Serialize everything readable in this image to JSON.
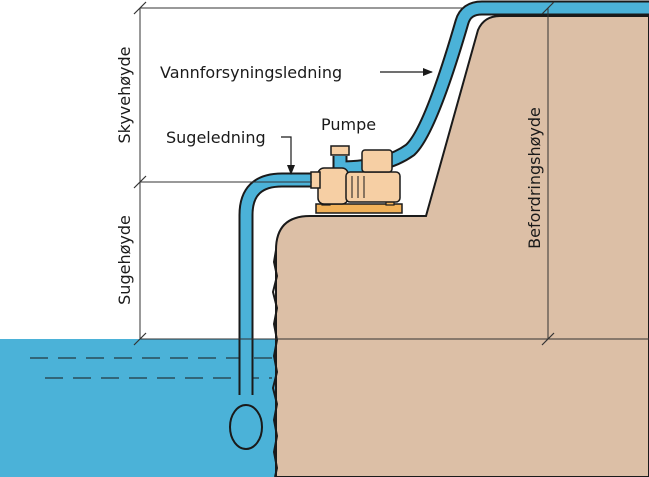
{
  "labels": {
    "discharge_height": "Skyvehøyde",
    "suction_height": "Sugehøyde",
    "total_head": "Befordringshøyde",
    "supply_line": "Vannforsyningsledning",
    "suction_line": "Sugeledning",
    "pump": "Pumpe"
  },
  "colors": {
    "water": "#4bb2d8",
    "ground": "#dcbfa6",
    "pipe": "#4bb2d8",
    "pump_body": "#f6cfa4",
    "pump_base": "#f2b25a",
    "outline": "#1a1a1a",
    "dim_line": "#333333"
  },
  "icons": {
    "pump": "centrifugal-pump-icon",
    "strainer": "foot-valve-strainer-icon"
  }
}
